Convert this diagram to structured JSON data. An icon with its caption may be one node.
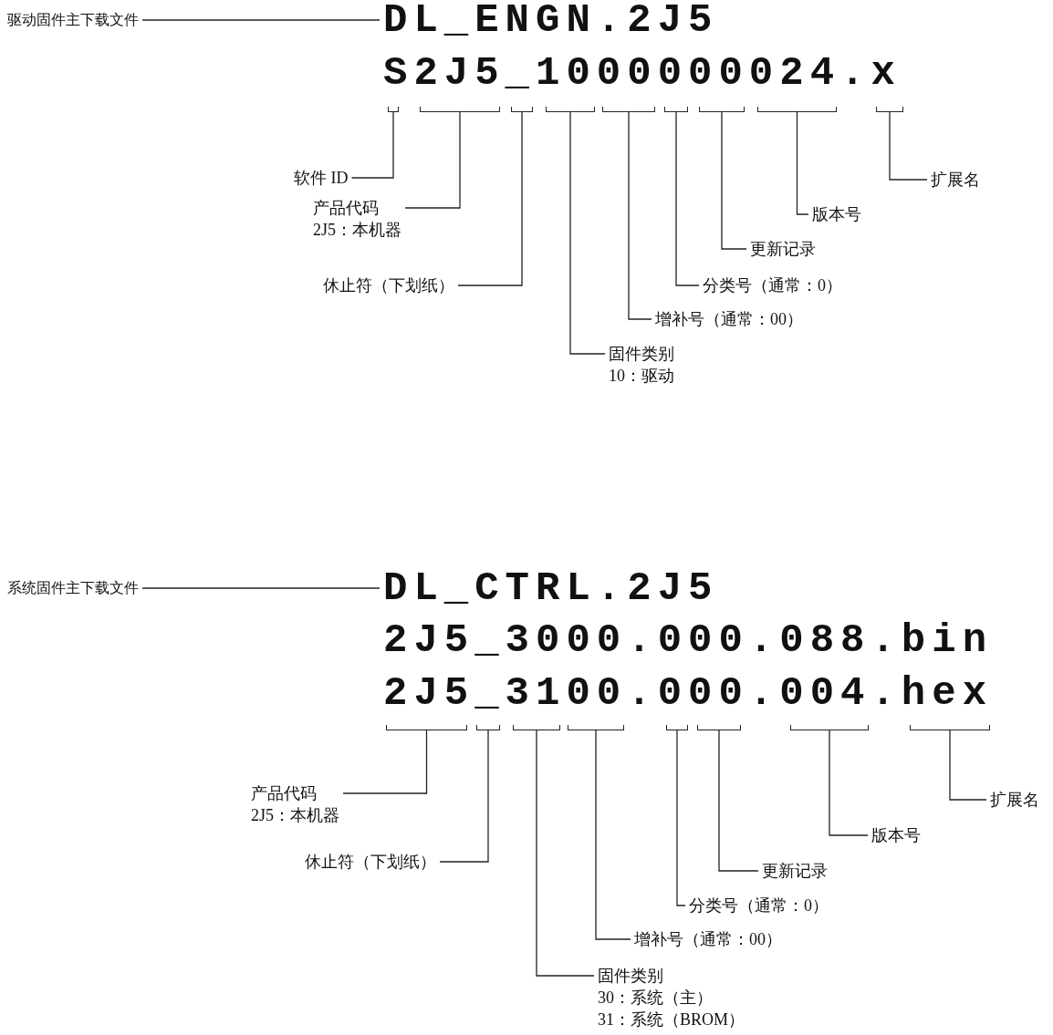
{
  "diagram": {
    "nodes": [
      {
        "text": [
          "驱动固件主下载文件"
        ]
      },
      {
        "text": [
          "DL_ENGN.2J5"
        ]
      },
      {
        "text": [
          "S2J5_1000000024.x"
        ]
      },
      {
        "text": [],
        "shape": "bracket"
      },
      {
        "text": [],
        "shape": "bracket"
      },
      {
        "text": [],
        "shape": "bracket"
      },
      {
        "text": [],
        "shape": "bracket"
      },
      {
        "text": [],
        "shape": "bracket"
      },
      {
        "text": [],
        "shape": "bracket"
      },
      {
        "text": [],
        "shape": "bracket"
      },
      {
        "text": [],
        "shape": "bracket"
      },
      {
        "text": [],
        "shape": "bracket"
      },
      {
        "text": [
          "软件 ID"
        ]
      },
      {
        "text": [
          "产品代码",
          "2J5：本机器"
        ]
      },
      {
        "text": [
          "休止符（下划纸）"
        ]
      },
      {
        "text": [
          "固件类别",
          "10：驱动"
        ]
      },
      {
        "text": [
          "增补号（通常：00）"
        ]
      },
      {
        "text": [
          "分类号（通常：0）"
        ]
      },
      {
        "text": [
          "更新记录"
        ]
      },
      {
        "text": [
          "版本号"
        ]
      },
      {
        "text": [
          "扩展名"
        ]
      },
      {
        "text": [
          "系统固件主下载文件"
        ]
      },
      {
        "text": [
          "DL_CTRL.2J5"
        ]
      },
      {
        "text": [
          "2J5_3000.000.088.bin"
        ]
      },
      {
        "text": [
          "2J5_3100.000.004.hex"
        ]
      },
      {
        "text": [],
        "shape": "bracket"
      },
      {
        "text": [],
        "shape": "bracket"
      },
      {
        "text": [],
        "shape": "bracket"
      },
      {
        "text": [],
        "shape": "bracket"
      },
      {
        "text": [],
        "shape": "bracket"
      },
      {
        "text": [],
        "shape": "bracket"
      },
      {
        "text": [],
        "shape": "bracket"
      },
      {
        "text": [],
        "shape": "bracket"
      },
      {
        "text": [
          "产品代码",
          "2J5：本机器"
        ]
      },
      {
        "text": [
          "休止符（下划纸）"
        ]
      },
      {
        "text": [
          "固件类别",
          "30：系统（主）",
          "31：系统（BROM）"
        ]
      },
      {
        "text": [
          "增补号（通常：00）"
        ]
      },
      {
        "text": [
          "分类号（通常：0）"
        ]
      },
      {
        "text": [
          "更新记录"
        ]
      },
      {
        "text": [
          "版本号"
        ]
      },
      {
        "text": [
          "扩展名"
        ]
      }
    ],
    "edges": [
      {
        "from": 0,
        "to": 1,
        "arrow": "none"
      },
      {
        "from": 12,
        "to": 3,
        "arrow": "none"
      },
      {
        "from": 13,
        "to": 4,
        "arrow": "none"
      },
      {
        "from": 14,
        "to": 5,
        "arrow": "none"
      },
      {
        "from": 15,
        "to": 6,
        "arrow": "none"
      },
      {
        "from": 16,
        "to": 7,
        "arrow": "none"
      },
      {
        "from": 17,
        "to": 8,
        "arrow": "none"
      },
      {
        "from": 18,
        "to": 9,
        "arrow": "none"
      },
      {
        "from": 19,
        "to": 10,
        "arrow": "none"
      },
      {
        "from": 20,
        "to": 11,
        "arrow": "none"
      },
      {
        "from": 21,
        "to": 22,
        "arrow": "none"
      },
      {
        "from": 33,
        "to": 25,
        "arrow": "none"
      },
      {
        "from": 34,
        "to": 26,
        "arrow": "none"
      },
      {
        "from": 35,
        "to": 27,
        "arrow": "none"
      },
      {
        "from": 36,
        "to": 28,
        "arrow": "none"
      },
      {
        "from": 37,
        "to": 29,
        "arrow": "none"
      },
      {
        "from": 38,
        "to": 30,
        "arrow": "none"
      },
      {
        "from": 39,
        "to": 31,
        "arrow": "none"
      },
      {
        "from": 40,
        "to": 32,
        "arrow": "none"
      }
    ]
  }
}
